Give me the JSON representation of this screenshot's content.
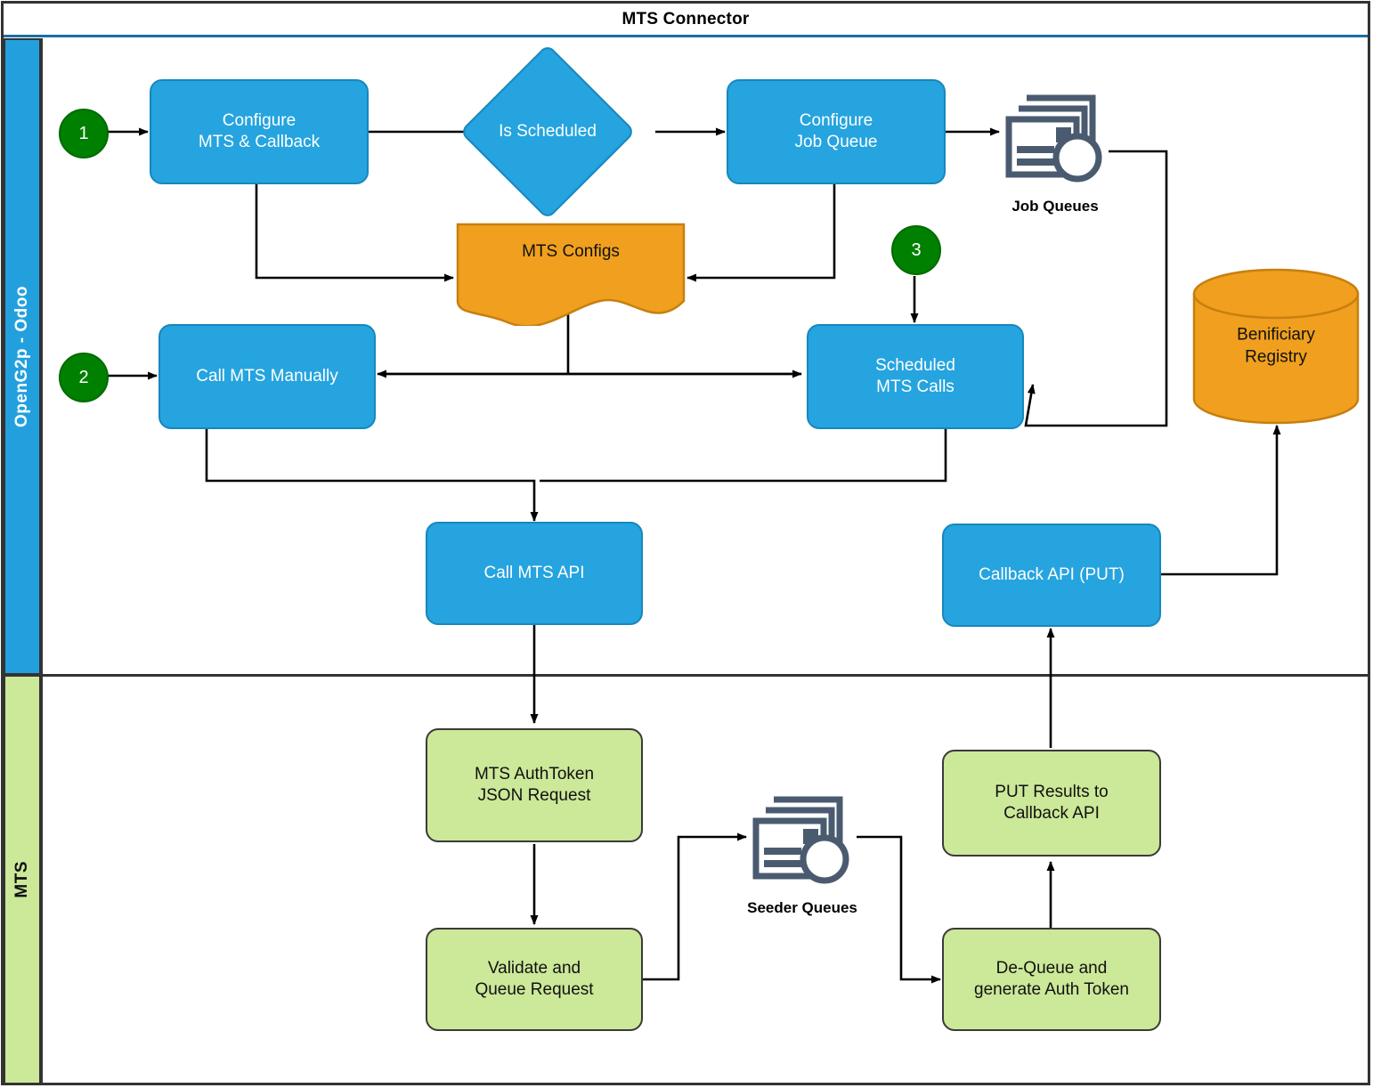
{
  "header": {
    "title": "MTS Connector"
  },
  "lanes": [
    {
      "id": "openg2p-odoo",
      "label": "OpenG2p - Odoo",
      "color": "#22A0DE",
      "text_color": "#ffffff"
    },
    {
      "id": "mts",
      "label": "MTS",
      "color": "#CCE899",
      "text_color": "#111111"
    }
  ],
  "colors": {
    "process_blue": "#25A4DF",
    "process_blue_border": "#1787BD",
    "process_green": "#CCE899",
    "process_green_border": "#3A3A3A",
    "data_orange": "#F0A01E",
    "data_orange_border": "#C77F10",
    "start_green": "#008000",
    "icon_slate": "#4A5B70",
    "header_rule": "#1A6FA3",
    "frame": "#333333"
  },
  "start_markers": [
    {
      "id": "start-1",
      "label": "1"
    },
    {
      "id": "start-2",
      "label": "2"
    },
    {
      "id": "start-3",
      "label": "3"
    }
  ],
  "nodes": {
    "configure_mts_callback": {
      "label": "Configure\nMTS & Callback",
      "line1": "Configure",
      "line2": "MTS & Callback",
      "shape": "process",
      "lane": "openg2p-odoo"
    },
    "is_scheduled": {
      "label": "Is Scheduled",
      "shape": "decision",
      "lane": "openg2p-odoo"
    },
    "configure_job_queue": {
      "label": "Configure\nJob Queue",
      "line1": "Configure",
      "line2": "Job Queue",
      "shape": "process",
      "lane": "openg2p-odoo"
    },
    "job_queues": {
      "label": "Job Queues",
      "shape": "icon-queue",
      "lane": "openg2p-odoo"
    },
    "mts_configs": {
      "label": "MTS Configs",
      "shape": "document",
      "lane": "openg2p-odoo"
    },
    "call_mts_manually": {
      "label": "Call MTS Manually",
      "shape": "process",
      "lane": "openg2p-odoo"
    },
    "scheduled_mts_calls": {
      "label": "Scheduled\nMTS Calls",
      "line1": "Scheduled",
      "line2": "MTS Calls",
      "shape": "process",
      "lane": "openg2p-odoo"
    },
    "benificiary_registry": {
      "label": "Benificiary\nRegistry",
      "line1": "Benificiary",
      "line2": "Registry",
      "shape": "database",
      "lane": "openg2p-odoo"
    },
    "call_mts_api": {
      "label": "Call MTS API",
      "shape": "process",
      "lane": "openg2p-odoo"
    },
    "callback_api_put": {
      "label": "Callback API (PUT)",
      "shape": "process",
      "lane": "openg2p-odoo"
    },
    "mts_authtoken_json_request": {
      "label": "MTS AuthToken\nJSON Request",
      "line1": "MTS AuthToken",
      "line2": "JSON Request",
      "shape": "process",
      "lane": "mts"
    },
    "validate_and_queue_request": {
      "label": "Validate and\nQueue Request",
      "line1": "Validate and",
      "line2": "Queue Request",
      "shape": "process",
      "lane": "mts"
    },
    "seeder_queues": {
      "label": "Seeder Queues",
      "shape": "icon-queue",
      "lane": "mts"
    },
    "de_queue_and_generate_auth_token": {
      "label": "De-Queue and\ngenerate Auth Token",
      "line1": "De-Queue and",
      "line2": "generate Auth Token",
      "shape": "process",
      "lane": "mts"
    },
    "put_results_to_callback_api": {
      "label": "PUT Results to\nCallback API",
      "line1": "PUT Results to",
      "line2": "Callback API",
      "shape": "process",
      "lane": "mts"
    }
  },
  "icons": {
    "queue_stack_icon": "queue-stack-icon",
    "database_cylinder_icon": "database-cylinder-icon",
    "document_wave_icon": "document-wave-icon"
  },
  "edges": [
    {
      "from": "start-1",
      "to": "configure_mts_callback"
    },
    {
      "from": "configure_mts_callback",
      "to": "is_scheduled"
    },
    {
      "from": "configure_mts_callback",
      "to": "mts_configs"
    },
    {
      "from": "is_scheduled",
      "to": "configure_job_queue"
    },
    {
      "from": "configure_job_queue",
      "to": "job_queues"
    },
    {
      "from": "configure_job_queue",
      "to": "mts_configs"
    },
    {
      "from": "job_queues",
      "to": "scheduled_mts_calls"
    },
    {
      "from": "start-2",
      "to": "call_mts_manually"
    },
    {
      "from": "start-3",
      "to": "scheduled_mts_calls"
    },
    {
      "from": "mts_configs",
      "to": "call_mts_manually"
    },
    {
      "from": "mts_configs",
      "to": "scheduled_mts_calls"
    },
    {
      "from": "call_mts_manually",
      "to": "call_mts_api"
    },
    {
      "from": "scheduled_mts_calls",
      "to": "call_mts_api"
    },
    {
      "from": "call_mts_api",
      "to": "mts_authtoken_json_request"
    },
    {
      "from": "mts_authtoken_json_request",
      "to": "validate_and_queue_request"
    },
    {
      "from": "validate_and_queue_request",
      "to": "seeder_queues"
    },
    {
      "from": "seeder_queues",
      "to": "de_queue_and_generate_auth_token"
    },
    {
      "from": "de_queue_and_generate_auth_token",
      "to": "put_results_to_callback_api"
    },
    {
      "from": "put_results_to_callback_api",
      "to": "callback_api_put"
    },
    {
      "from": "callback_api_put",
      "to": "benificiary_registry"
    }
  ]
}
